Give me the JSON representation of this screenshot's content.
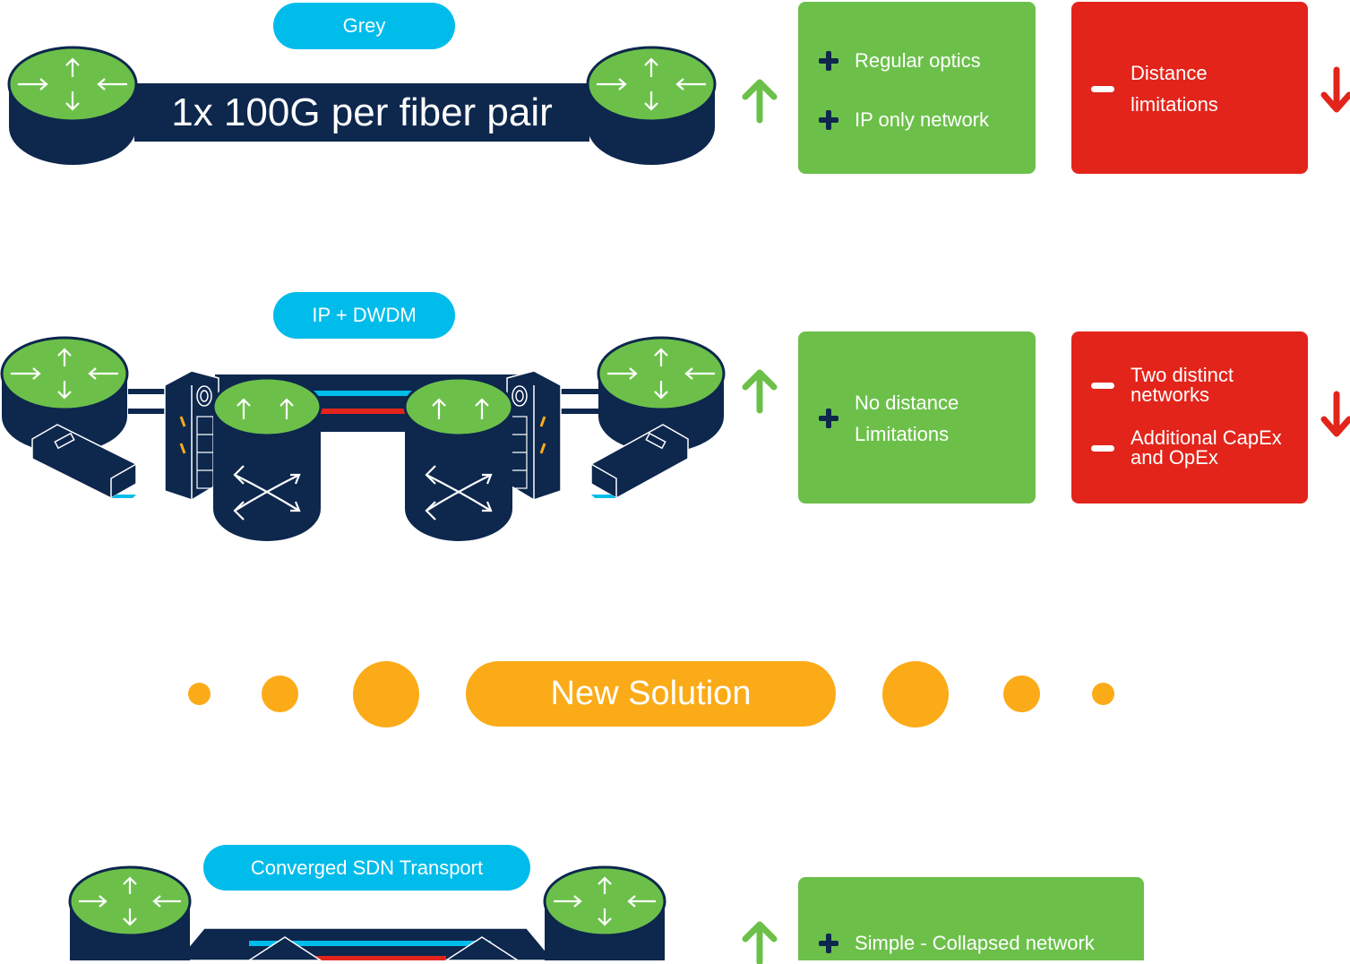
{
  "colors": {
    "navy": "#0d274d",
    "router_green": "#6cc04a",
    "pill_blue": "#00bceb",
    "pro_green": "#6cc04a",
    "con_red": "#e3241b",
    "arrow_up_green": "#6cc04a",
    "arrow_down_red": "#e3241b",
    "orange": "#fbab18",
    "link_blue": "#00bceb",
    "link_red": "#e3241b"
  },
  "section_grey": {
    "pill_label": "Grey",
    "link_label": "1x 100G per fiber pair",
    "pros": [
      "Regular optics",
      "IP only network"
    ],
    "cons": [
      "Distance limitations"
    ],
    "pro_icon": "arrow-up-icon",
    "con_icon": "arrow-down-icon"
  },
  "section_dwdm": {
    "pill_label": "IP + DWDM",
    "pros": [
      "No distance Limitations"
    ],
    "cons": [
      "Two distinct networks",
      "Additional CapEx and OpEx"
    ],
    "pro_icon": "arrow-up-icon",
    "con_icon": "arrow-down-icon"
  },
  "divider": {
    "label": "New Solution"
  },
  "section_sdn": {
    "pill_label": "Converged SDN Transport",
    "pros": [
      "Simple - Collapsed network"
    ],
    "pro_icon": "arrow-up-icon"
  }
}
